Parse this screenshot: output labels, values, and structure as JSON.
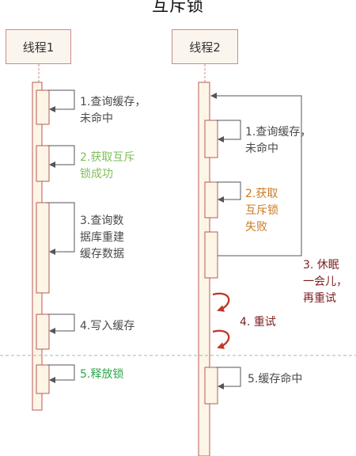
{
  "title": "互斥锁",
  "actors": {
    "thread1": "线程1",
    "thread2": "线程2"
  },
  "thread1_steps": [
    {
      "text": "1.查询缓存，\n未命中",
      "color": "gray"
    },
    {
      "text": "2.获取互斥\n锁成功",
      "color": "green"
    },
    {
      "text": "3.查询数\n据库重建\n缓存数据",
      "color": "gray"
    },
    {
      "text": "4.写入缓存",
      "color": "gray"
    },
    {
      "text": "5.释放锁",
      "color": "darkgreen"
    }
  ],
  "thread2_steps": [
    {
      "text": "1.查询缓存，\n未命中",
      "color": "gray"
    },
    {
      "text": "2.获取\n互斥锁\n失败",
      "color": "orange"
    },
    {
      "text": "3. 休眠\n一会儿，\n再重试",
      "color": "red"
    },
    {
      "text": "4.  重试",
      "color": "red"
    },
    {
      "text": "5.缓存命中",
      "color": "gray"
    }
  ],
  "colors": {
    "lifeline_fill": "#fdf5e6",
    "lifeline_stroke": "#b85a5a",
    "arrow": "#555555",
    "retry_arrow": "#c0392b",
    "divider": "#9cc09c"
  }
}
